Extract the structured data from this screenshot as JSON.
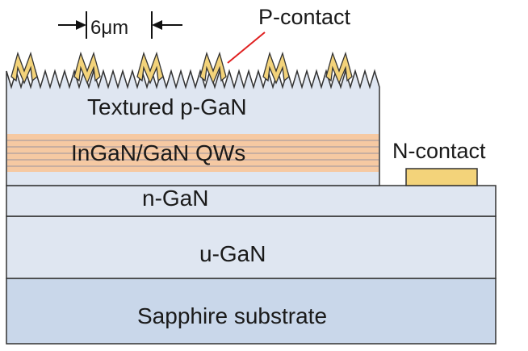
{
  "labels": {
    "p_contact": "P-contact",
    "n_contact": "N-contact",
    "spacing": "6μm",
    "textured_pgan": "Textured p-GaN",
    "qws": "InGaN/GaN QWs",
    "ngan": "n-GaN",
    "ugan": "u-GaN",
    "sapphire": "Sapphire substrate"
  },
  "colors": {
    "layer_fill": "#dfe6f1",
    "sapphire_fill": "#c9d7ea",
    "qw_fill": "#f6c9a2",
    "qw_line": "#b9a6a0",
    "contact_fill": "#f3d37a",
    "outline": "#333333",
    "leader_line": "#e02020"
  }
}
